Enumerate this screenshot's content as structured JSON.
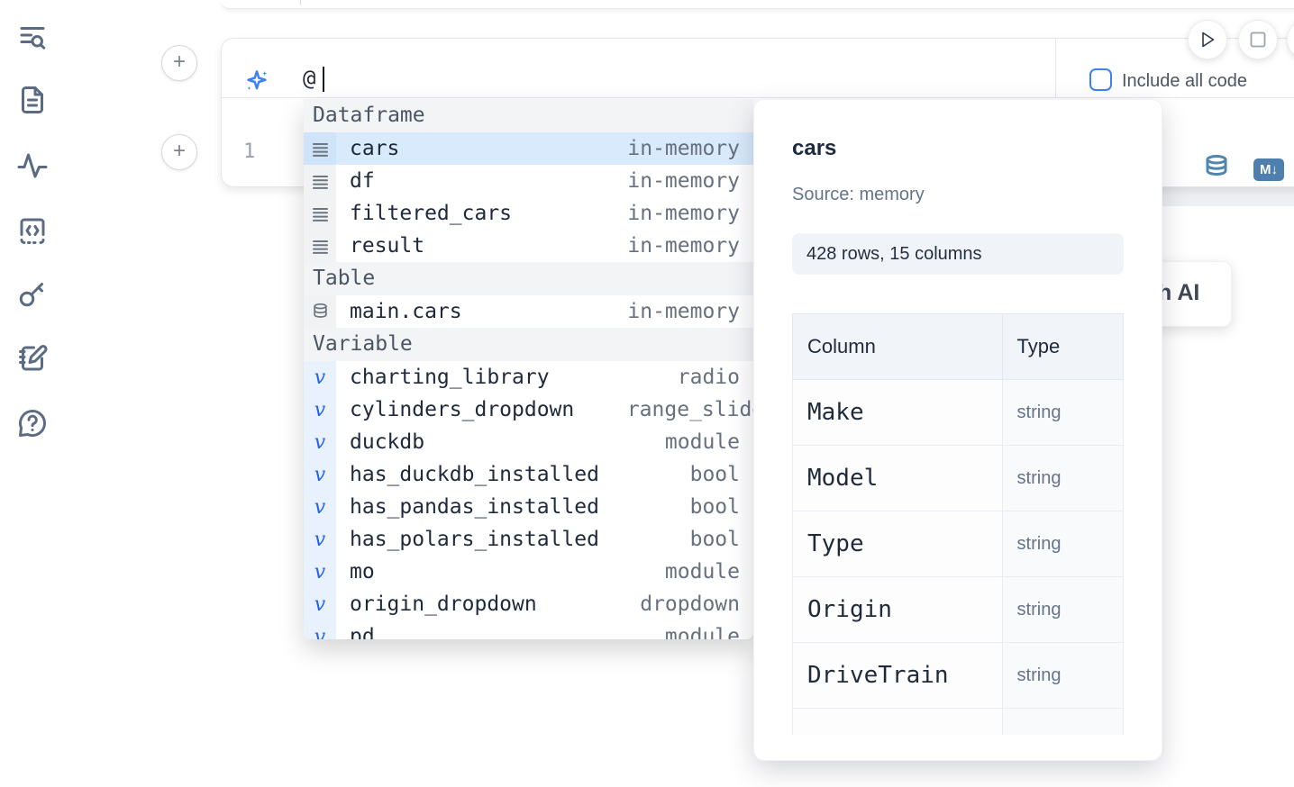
{
  "sidebar": {
    "icons": [
      "list-search-icon",
      "file-icon",
      "activity-icon",
      "code-block-icon",
      "key-icon",
      "notebook-pen-icon",
      "help-chat-icon"
    ]
  },
  "toolbar": {
    "run_button": "play-icon",
    "stop_button": "stop-icon"
  },
  "cell": {
    "prompt_value": "@",
    "include_all_code_label": "Include all code",
    "line_number": "1",
    "right_icons": [
      "database-icon",
      "markdown-icon"
    ],
    "markdown_badge": "M↓"
  },
  "completion_menu": {
    "sections": [
      {
        "label": "Dataframe",
        "items": [
          {
            "name": "cars",
            "detail": "in-memory",
            "kind": "dataframe",
            "selected": true
          },
          {
            "name": "df",
            "detail": "in-memory",
            "kind": "dataframe"
          },
          {
            "name": "filtered_cars",
            "detail": "in-memory",
            "kind": "dataframe"
          },
          {
            "name": "result",
            "detail": "in-memory",
            "kind": "dataframe"
          }
        ]
      },
      {
        "label": "Table",
        "items": [
          {
            "name": "main.cars",
            "detail": "in-memory",
            "kind": "table"
          }
        ]
      },
      {
        "label": "Variable",
        "items": [
          {
            "name": "charting_library",
            "detail": "radio",
            "kind": "variable"
          },
          {
            "name": "cylinders_dropdown",
            "detail": "range_slider",
            "kind": "variable",
            "clip": "right"
          },
          {
            "name": "duckdb",
            "detail": "module",
            "kind": "variable"
          },
          {
            "name": "has_duckdb_installed",
            "detail": "bool",
            "kind": "variable"
          },
          {
            "name": "has_pandas_installed",
            "detail": "bool",
            "kind": "variable"
          },
          {
            "name": "has_polars_installed",
            "detail": "bool",
            "kind": "variable"
          },
          {
            "name": "mo",
            "detail": "module",
            "kind": "variable"
          },
          {
            "name": "origin_dropdown",
            "detail": "dropdown",
            "kind": "variable"
          },
          {
            "name": "pd",
            "detail": "module",
            "kind": "variable"
          }
        ]
      }
    ]
  },
  "preview": {
    "title": "cars",
    "source": "Source: memory",
    "stats": "428 rows, 15 columns",
    "table": {
      "headers": [
        "Column",
        "Type"
      ],
      "rows": [
        [
          "Make",
          "string"
        ],
        [
          "Model",
          "string"
        ],
        [
          "Type",
          "string"
        ],
        [
          "Origin",
          "string"
        ],
        [
          "DriveTrain",
          "string"
        ]
      ],
      "partial_row_visible": true
    }
  },
  "ai_card": {
    "prefix_fragment": "h",
    "label": "AI"
  },
  "colors": {
    "accent_blue": "#3b82f6",
    "selected_row": "#d8eafb",
    "steel_blue_icon": "#4e86ad",
    "sidebar_icon": "#5b6b84"
  }
}
